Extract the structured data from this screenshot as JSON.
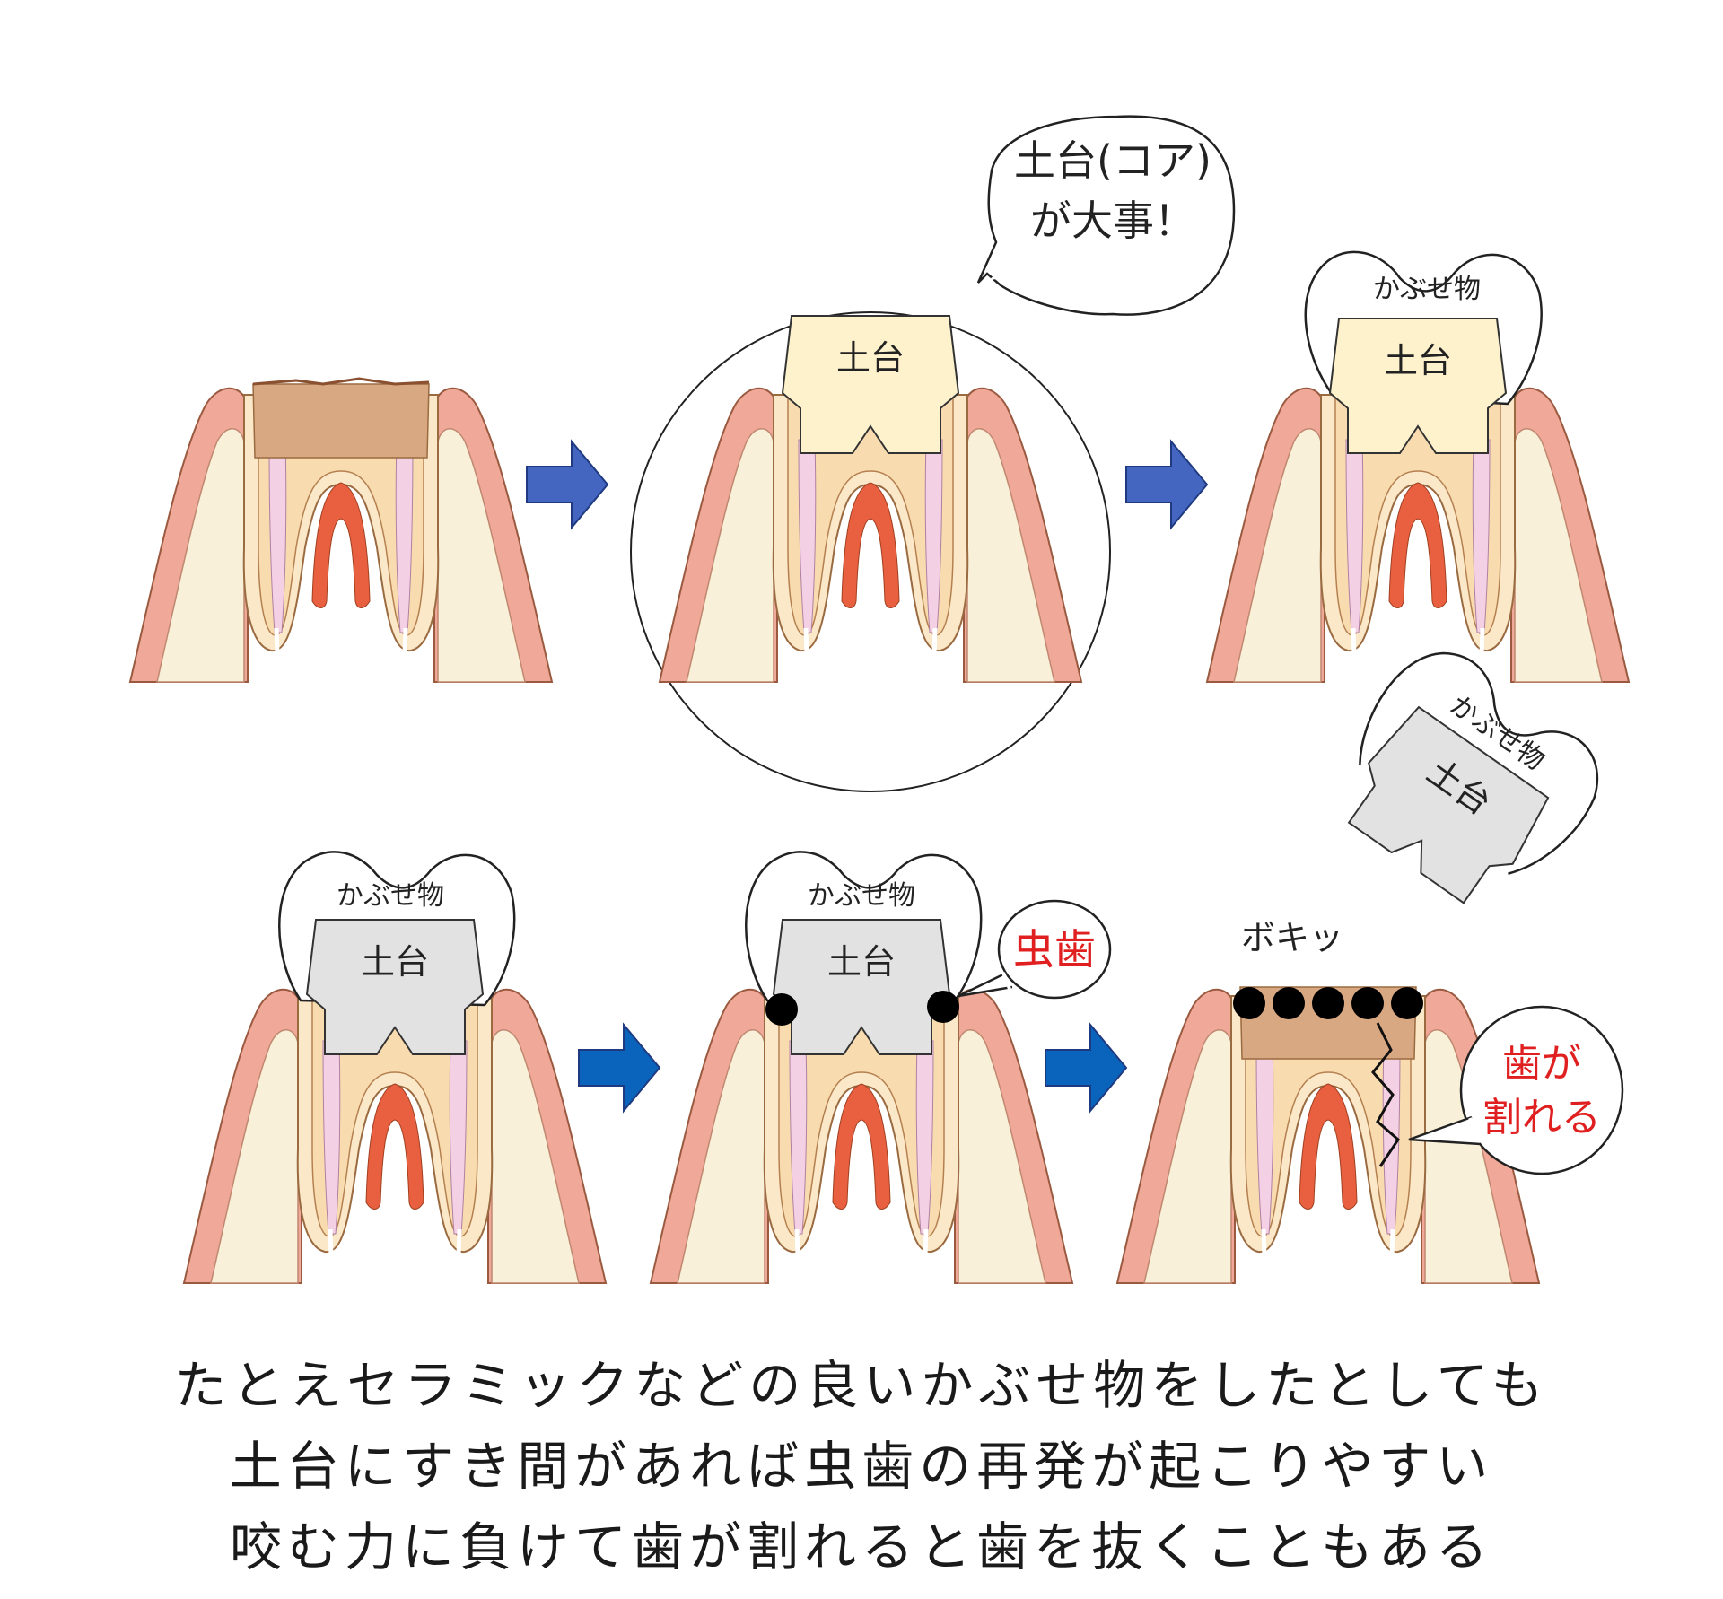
{
  "labels": {
    "core": "土台",
    "crown": "かぶせ物",
    "bubble_line1": "土台(コア)",
    "bubble_line2": "が大事！",
    "cavity": "虫歯",
    "crack_line1": "歯が",
    "crack_line2": "割れる",
    "snap": "ボキッ"
  },
  "caption": {
    "line1": "たとえセラミックなどの良いかぶせ物をしたとしても",
    "line2": "土台にすき間があれば虫歯の再発が起こりやすい",
    "line3": "咬む力に負けて歯が割れると歯を抜くこともある"
  },
  "colors": {
    "gum": "#f0a898",
    "gum_outline": "#9a5a40",
    "bone": "#f8f0d8",
    "dentin": "#f8dcb0",
    "enamel": "#fbe8c8",
    "pulp": "#e86040",
    "root_canal": "#f4d0e4",
    "decay": "#d8a882",
    "core_yellow": "#fdf2cc",
    "core_gray": "#e2e2e2",
    "arrow_top": "#4466c0",
    "arrow_bottom": "#0a64bc",
    "warning_text": "#e02020"
  }
}
